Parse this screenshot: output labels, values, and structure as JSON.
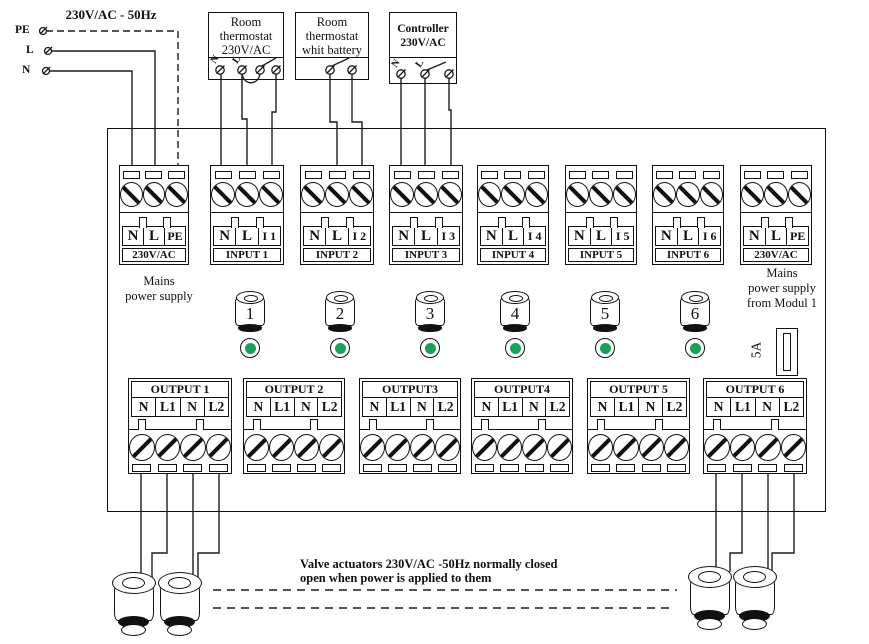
{
  "mains_in": {
    "label": "230V/AC - 50Hz",
    "pe": "PE",
    "l": "L",
    "n": "N"
  },
  "devices": [
    {
      "lines": [
        "Room",
        "thermostat",
        "230V/AC"
      ]
    },
    {
      "lines": [
        "Room",
        "thermostat",
        "whit battery"
      ]
    },
    {
      "lines": [
        "Controller",
        "230V/AC"
      ]
    }
  ],
  "rotated_terminals": {
    "n": "N",
    "l": "L"
  },
  "top_blocks": [
    {
      "terminals": [
        "N",
        "L",
        "PE"
      ],
      "label": "230V/AC"
    },
    {
      "terminals": [
        "N",
        "L",
        "I 1"
      ],
      "label": "INPUT 1"
    },
    {
      "terminals": [
        "N",
        "L",
        "I 2"
      ],
      "label": "INPUT 2"
    },
    {
      "terminals": [
        "N",
        "L",
        "I 3"
      ],
      "label": "INPUT 3"
    },
    {
      "terminals": [
        "N",
        "L",
        "I 4"
      ],
      "label": "INPUT 4"
    },
    {
      "terminals": [
        "N",
        "L",
        "I 5"
      ],
      "label": "INPUT 5"
    },
    {
      "terminals": [
        "N",
        "L",
        "I 6"
      ],
      "label": "INPUT 6"
    },
    {
      "terminals": [
        "N",
        "L",
        "PE"
      ],
      "label": "230V/AC"
    }
  ],
  "zones": [
    "1",
    "2",
    "3",
    "4",
    "5",
    "6"
  ],
  "output_blocks": [
    {
      "title": "OUTPUT 1",
      "terminals": [
        "N",
        "L1",
        "N",
        "L2"
      ]
    },
    {
      "title": "OUTPUT 2",
      "terminals": [
        "N",
        "L1",
        "N",
        "L2"
      ]
    },
    {
      "title": "OUTPUT3",
      "terminals": [
        "N",
        "L1",
        "N",
        "L2"
      ]
    },
    {
      "title": "OUTPUT4",
      "terminals": [
        "N",
        "L1",
        "N",
        "L2"
      ]
    },
    {
      "title": "OUTPUT 5",
      "terminals": [
        "N",
        "L1",
        "N",
        "L2"
      ]
    },
    {
      "title": "OUTPUT 6",
      "terminals": [
        "N",
        "L1",
        "N",
        "L2"
      ]
    }
  ],
  "notes": {
    "mains_left": [
      "Mains",
      "power supply"
    ],
    "mains_right": [
      "Mains",
      "power supply",
      "from Modul 1"
    ],
    "fuse": "5A",
    "valve_line1": "Valve actuators 230V/AC -50Hz normally closed",
    "valve_line2": "open when power is applied to them"
  },
  "colors": {
    "led_green": "#17a257",
    "line": "#1c1c1c"
  }
}
